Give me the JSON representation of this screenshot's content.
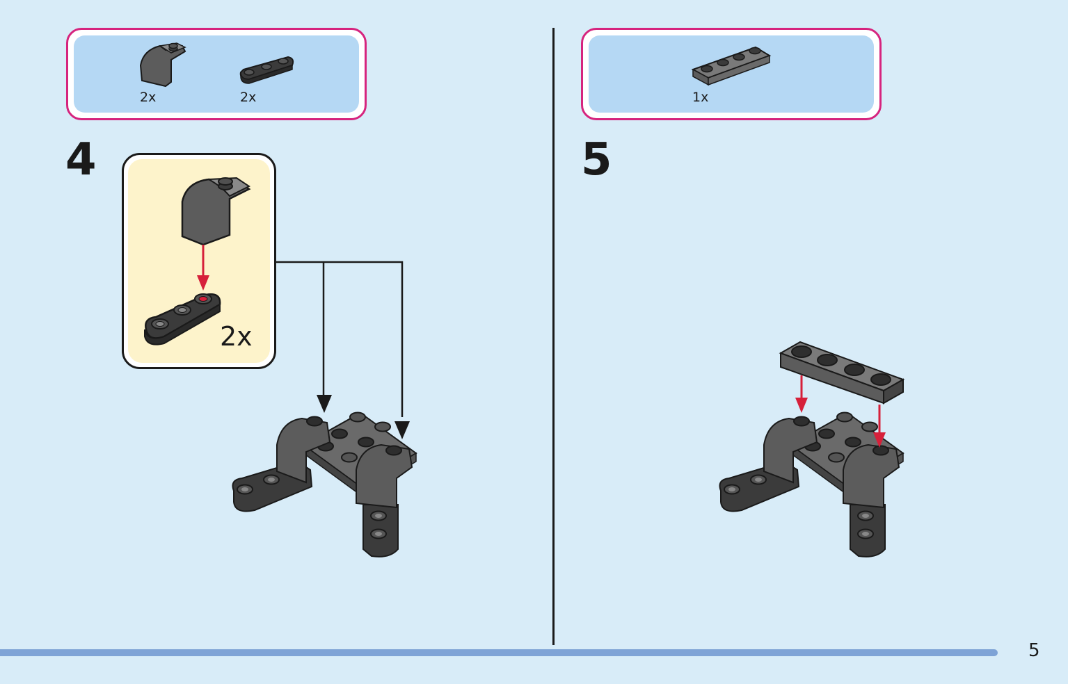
{
  "page": {
    "number": "5"
  },
  "steps": [
    {
      "number": "4",
      "parts": [
        {
          "name": "curved-slope-brick",
          "qty": "2x"
        },
        {
          "name": "plate-1x3-rounded",
          "qty": "2x"
        }
      ],
      "callout": {
        "qty": "2x"
      }
    },
    {
      "number": "5",
      "parts": [
        {
          "name": "plate-1x4",
          "qty": "1x"
        }
      ]
    }
  ],
  "colors": {
    "background": "#d8ecf8",
    "parts_box_border": "#d6247e",
    "parts_box_fill": "#b5d8f4",
    "callout_fill": "#fdf3cb",
    "arrow_red": "#d6203a",
    "brick_dark": "#3b3b3b",
    "brick_mid": "#5c5c5c",
    "brick_light": "#7a7a7a",
    "bottom_bar": "#7ea3d6"
  }
}
